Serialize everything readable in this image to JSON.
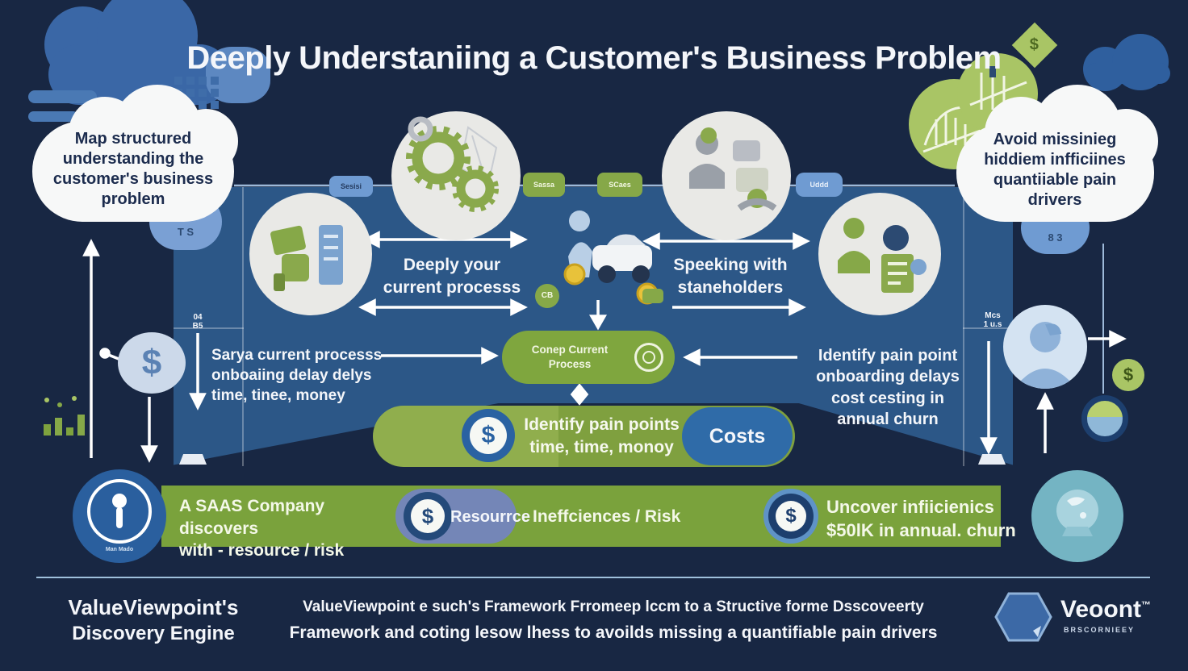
{
  "title": "Deeply Understaniing a Customer's Business Problem",
  "left_cloud": {
    "lines": [
      "Map structured",
      "understanding the",
      "customer's business",
      "problem"
    ],
    "sub": "T S"
  },
  "right_cloud": {
    "lines": [
      "Avoid missinieg",
      "hiddiem infficiines",
      "quantiiable pain",
      "drivers"
    ],
    "sub": "8 3"
  },
  "line_badges": [
    "Sesisi",
    "Sassa",
    "SCaes",
    "Uddd"
  ],
  "process_label": {
    "lines": [
      "Deeply your",
      "current processs"
    ]
  },
  "stakeholder_label": {
    "lines": [
      "Speeking with",
      "staneholders"
    ]
  },
  "center_pill": {
    "label": "Conep Current Process"
  },
  "left_note": {
    "lines": [
      "Sarya current processs",
      "onboaiing delay delys",
      "time, tinee, money"
    ],
    "tag1": "04",
    "tag2": "B5"
  },
  "right_note": {
    "lines": [
      "Identify pain point",
      "onboarding delays",
      "cost cesting in",
      "annual churn"
    ],
    "tag1": "Mcs",
    "tag2": "1 u.s"
  },
  "pain_bar": {
    "line1": "Identify pain points",
    "line2": "time, time, monoy",
    "costs": "Costs"
  },
  "scene": {
    "cb_badge": "CB"
  },
  "bottom": {
    "circle_caption": "Man Mado",
    "saas_lines": [
      "A SAAS Company discovers",
      "with - resource / risk"
    ],
    "resource": "Resourrce",
    "ineff": "Ineffciences / Risk",
    "uncover_lines": [
      "Uncover infiicienics",
      "$50lK in annual. churn"
    ]
  },
  "footer": {
    "left_lines": [
      "ValueViewpoint's",
      "Discovery Engine"
    ],
    "center_lines": [
      "ValueViewpoint e such's Framework Frromeep lccm to a Structive forme Dsscoveerty",
      "Framework and coting lesow lhess to avoilds missing a quantifiable pain drivers"
    ],
    "logo": "Veoont",
    "logo_tm": "™",
    "logo_sub": "BRSCORNIEEY"
  },
  "glyphs": {
    "dollar": "$"
  },
  "colors": {
    "background": "#182743",
    "panel": "#2c5787",
    "green": "#7ba23c",
    "bar_green_light": "#90ae4d",
    "bar_green_dark": "#7fa03f",
    "light_green": "#a9c565",
    "accent_blue": "#2f6ba8",
    "cloud_blue": "#3a67a6",
    "light_blue": "#5d88c1",
    "slate": "#7486b7",
    "teal": "#74b4c3",
    "white": "#f4f6fa"
  }
}
